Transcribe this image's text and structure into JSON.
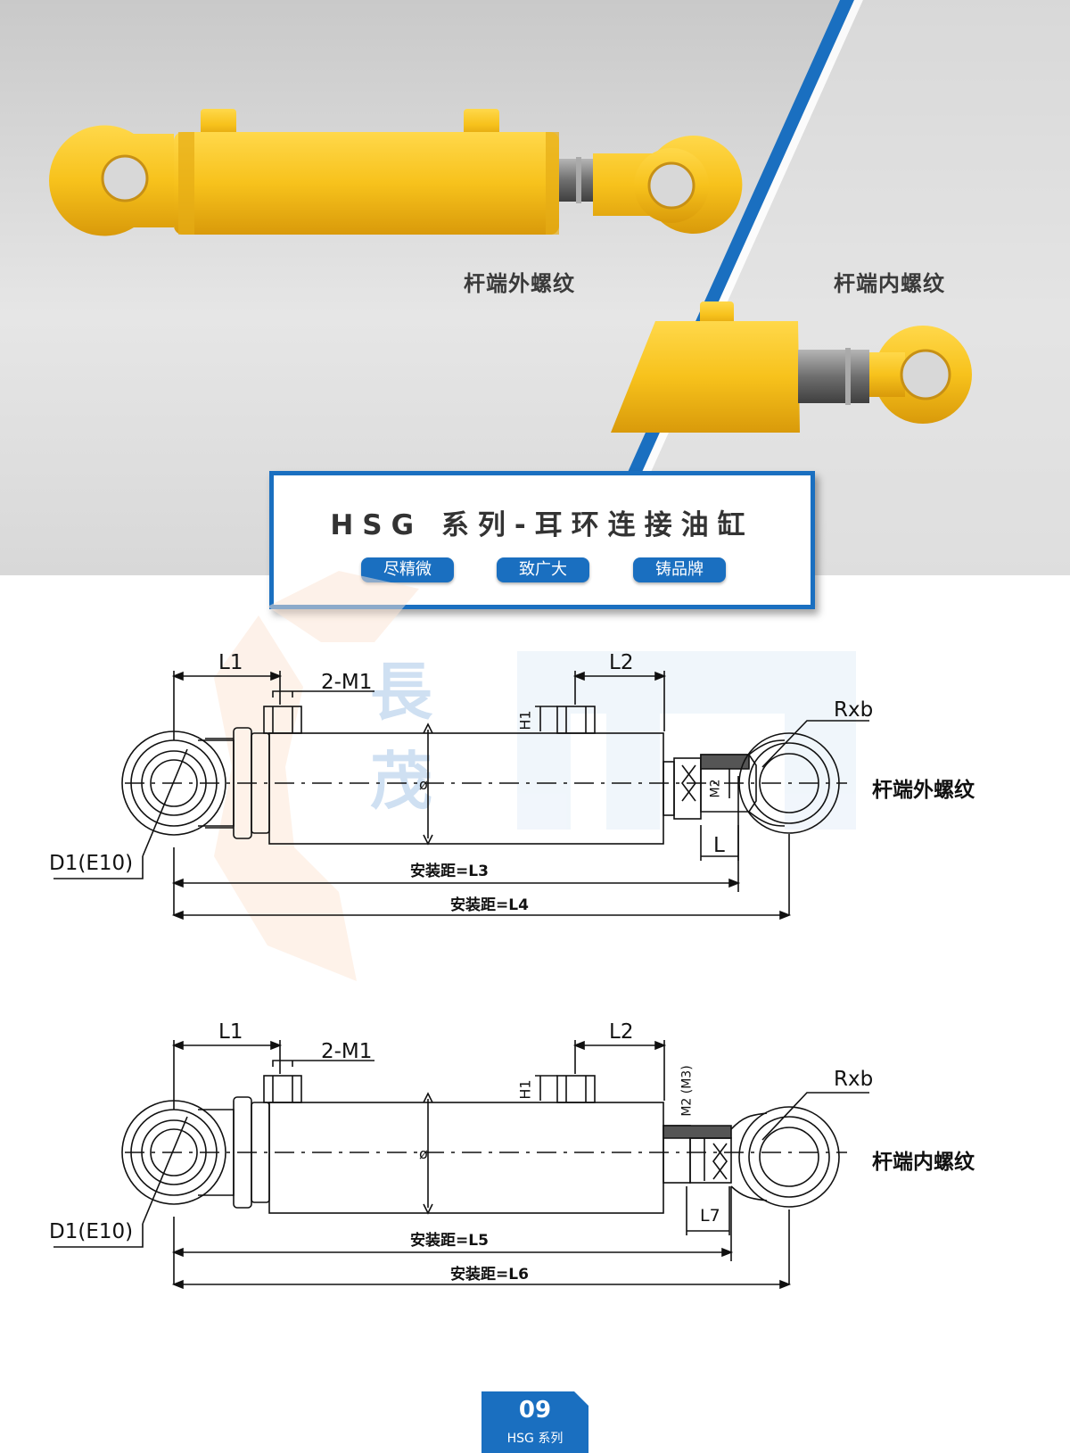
{
  "hero": {
    "label_external": "杆端外螺纹",
    "label_internal": "杆端内螺纹",
    "title": "HSG 系列-耳环连接油缸",
    "pills": [
      "尽精微",
      "致广大",
      "铸品牌"
    ]
  },
  "watermark": {
    "chars": "長茂"
  },
  "drawing1": {
    "side_label": "杆端外螺纹",
    "L1": "L1",
    "L2": "L2",
    "M1": "2-M1",
    "H1": "H1",
    "Rxb": "Rxb",
    "D1": "D1(E10)",
    "M2": "M2",
    "L": "L",
    "L3": "安装距=L3",
    "L4": "安装距=L4",
    "phi": "ø"
  },
  "drawing2": {
    "side_label": "杆端内螺纹",
    "L1": "L1",
    "L2": "L2",
    "M1": "2-M1",
    "H1": "H1",
    "Rxb": "Rxb",
    "D1": "D1(E10)",
    "M2M3": "M2 (M3)",
    "L7": "L7",
    "L5": "安装距=L5",
    "L6": "安装距=L6",
    "phi": "ø"
  },
  "footer": {
    "page": "09",
    "series": "HSG 系列"
  },
  "colors": {
    "brand_blue": "#1a6fc0",
    "cylinder_yellow": "#f7c21c",
    "rod_gray": "#7a7a7a"
  }
}
